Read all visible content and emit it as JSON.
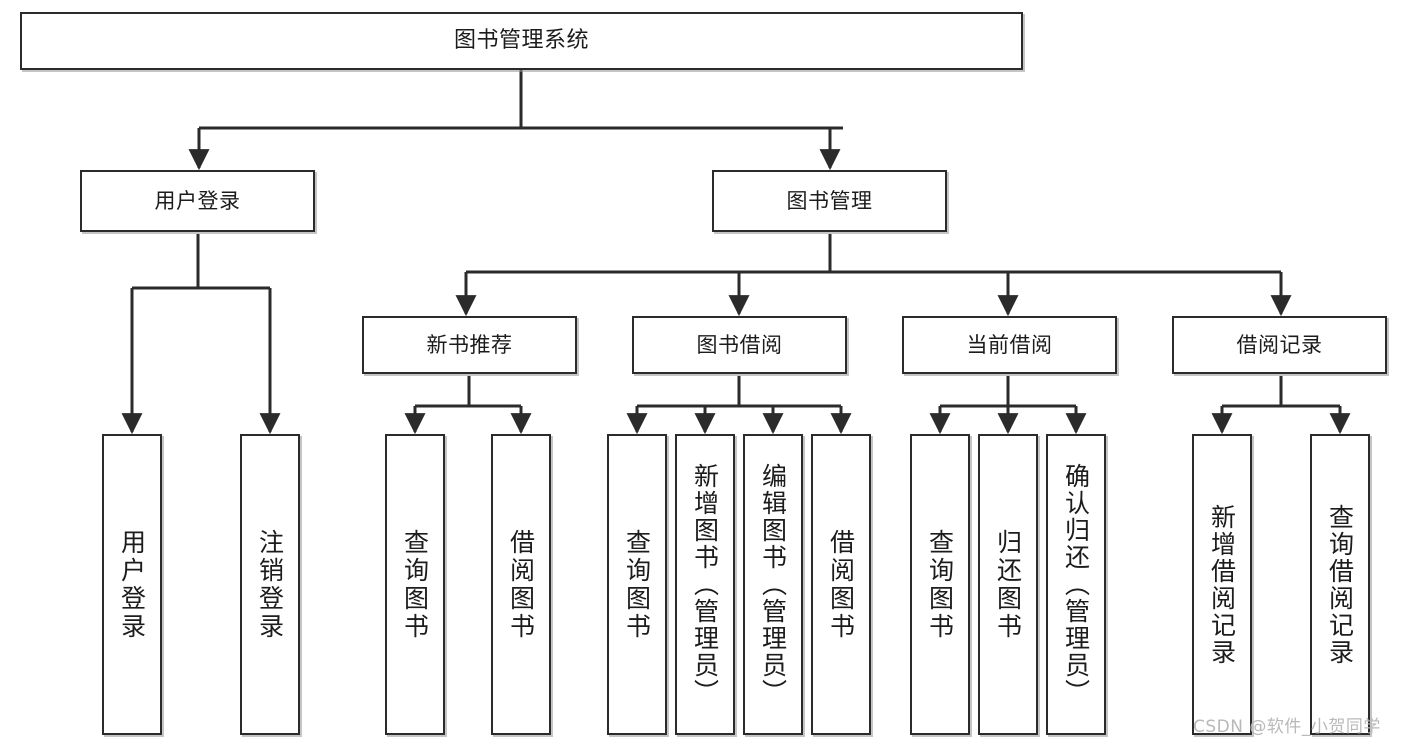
{
  "diagram": {
    "title": "图书管理系统",
    "watermark": "CSDN @软件_小贺同学",
    "style": {
      "border_color": "#2b2b2b",
      "box_fill": "#ffffff",
      "text_color": "#1c1c1c",
      "watermark_color": "#b9b9b9",
      "background": "#ffffff"
    },
    "levels": {
      "root": {
        "label": "图书管理系统"
      },
      "level2": [
        {
          "label": "用户登录"
        },
        {
          "label": "图书管理"
        }
      ],
      "level3": [
        {
          "label": "新书推荐"
        },
        {
          "label": "图书借阅"
        },
        {
          "label": "当前借阅"
        },
        {
          "label": "借阅记录"
        }
      ],
      "leaves": {
        "user_login": [
          {
            "label": "用户登录"
          },
          {
            "label": "注销登录"
          }
        ],
        "new_book_recommend": [
          {
            "label": "查询图书"
          },
          {
            "label": "借阅图书"
          }
        ],
        "book_borrow": [
          {
            "label": "查询图书"
          },
          {
            "label": "新增图书（管理员）"
          },
          {
            "label": "编辑图书（管理员）"
          },
          {
            "label": "借阅图书"
          }
        ],
        "current_borrow": [
          {
            "label": "查询图书"
          },
          {
            "label": "归还图书"
          },
          {
            "label": "确认归还（管理员）"
          }
        ],
        "borrow_record": [
          {
            "label": "新增借阅记录"
          },
          {
            "label": "查询借阅记录"
          }
        ]
      }
    }
  }
}
